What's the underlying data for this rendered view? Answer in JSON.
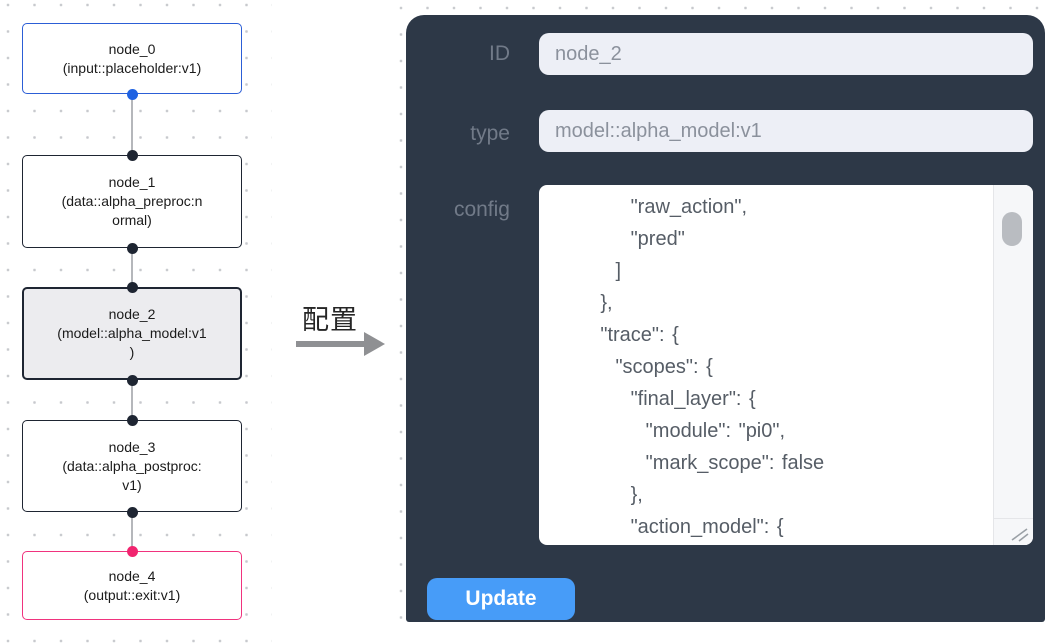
{
  "flow": {
    "nodes": [
      {
        "id": "node_0",
        "lines": [
          "node_0",
          "(input::placeholder:v1)"
        ]
      },
      {
        "id": "node_1",
        "lines": [
          "node_1",
          "(data::alpha_preproc:n",
          "ormal)"
        ]
      },
      {
        "id": "node_2",
        "lines": [
          "node_2",
          "(model::alpha_model:v1",
          ")"
        ]
      },
      {
        "id": "node_3",
        "lines": [
          "node_3",
          "(data::alpha_postproc:",
          "v1)"
        ]
      },
      {
        "id": "node_4",
        "lines": [
          "node_4",
          "(output::exit:v1)"
        ]
      }
    ],
    "colors": {
      "input_accent": "#2c5ed6",
      "default_accent": "#1e2532",
      "output_accent": "#f0337e",
      "selected_bg": "#ececef",
      "edge": "#b5b7bb"
    }
  },
  "transition": {
    "label": "配置"
  },
  "panel": {
    "fields": [
      {
        "label": "ID",
        "value": "node_2"
      },
      {
        "label": "type",
        "value": "model::alpha_model:v1"
      }
    ],
    "config_label": "config",
    "config_text": "          \"raw_action\",\n          \"pred\"\n        ]\n      },\n      \"trace\": {\n        \"scopes\": {\n          \"final_layer\": {\n            \"module\": \"pi0\",\n            \"mark_scope\": false\n          },\n          \"action_model\": {",
    "update_label": "Update",
    "colors": {
      "panel_bg": "#2d3847",
      "field_bg": "#edeff6",
      "button": "#479cf8"
    }
  }
}
